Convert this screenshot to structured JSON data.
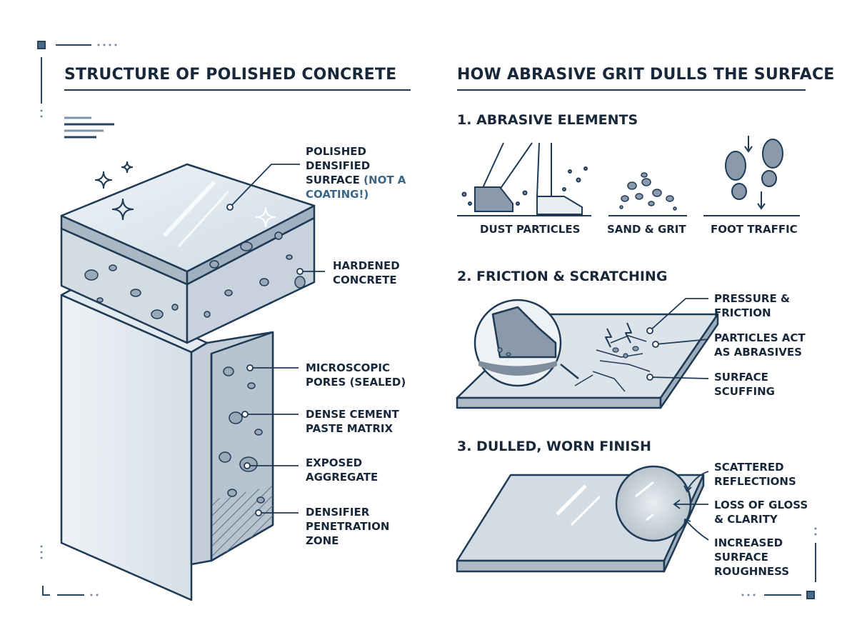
{
  "left_panel": {
    "title": "STRUCTURE OF POLISHED CONCRETE",
    "labels": {
      "surface": {
        "lines": [
          "POLISHED",
          "DENSIFIED",
          "SURFACE"
        ],
        "note_a": "(NOT A",
        "note_b": "COATING!)"
      },
      "hardened": [
        "HARDENED",
        "CONCRETE"
      ],
      "pores": [
        "MICROSCOPIC",
        "PORES (SEALED)"
      ],
      "matrix": [
        "DENSE CEMENT",
        "PASTE MATRIX"
      ],
      "aggregate": [
        "EXPOSED",
        "AGGREGATE"
      ],
      "densifier": [
        "DENSIFIER",
        "PENETRATION",
        "ZONE"
      ]
    }
  },
  "right_panel": {
    "title": "HOW ABRASIVE GRIT DULLS THE SURFACE",
    "sections": {
      "abrasive": {
        "title": "1. ABRASIVE ELEMENTS",
        "captions": [
          "DUST PARTICLES",
          "SAND & GRIT",
          "FOOT TRAFFIC"
        ]
      },
      "friction": {
        "title": "2. FRICTION & SCRATCHING",
        "labels": {
          "pressure": [
            "PRESSURE &",
            "FRICTION"
          ],
          "particles": [
            "PARTICLES ACT",
            "AS ABRASIVES"
          ],
          "scuffing": [
            "SURFACE",
            "SCUFFING"
          ]
        }
      },
      "dulled": {
        "title": "3. DULLED, WORN FINISH",
        "labels": {
          "scattered": [
            "SCATTERED",
            "REFLECTIONS"
          ],
          "gloss": [
            "LOSS OF GLOSS",
            "& CLARITY"
          ],
          "roughness": [
            "INCREASED",
            "SURFACE",
            "ROUGHNESS"
          ]
        }
      }
    }
  },
  "colors": {
    "ink": "#1c2a3a",
    "accent": "#3b6686",
    "line": "#1f3a55"
  }
}
